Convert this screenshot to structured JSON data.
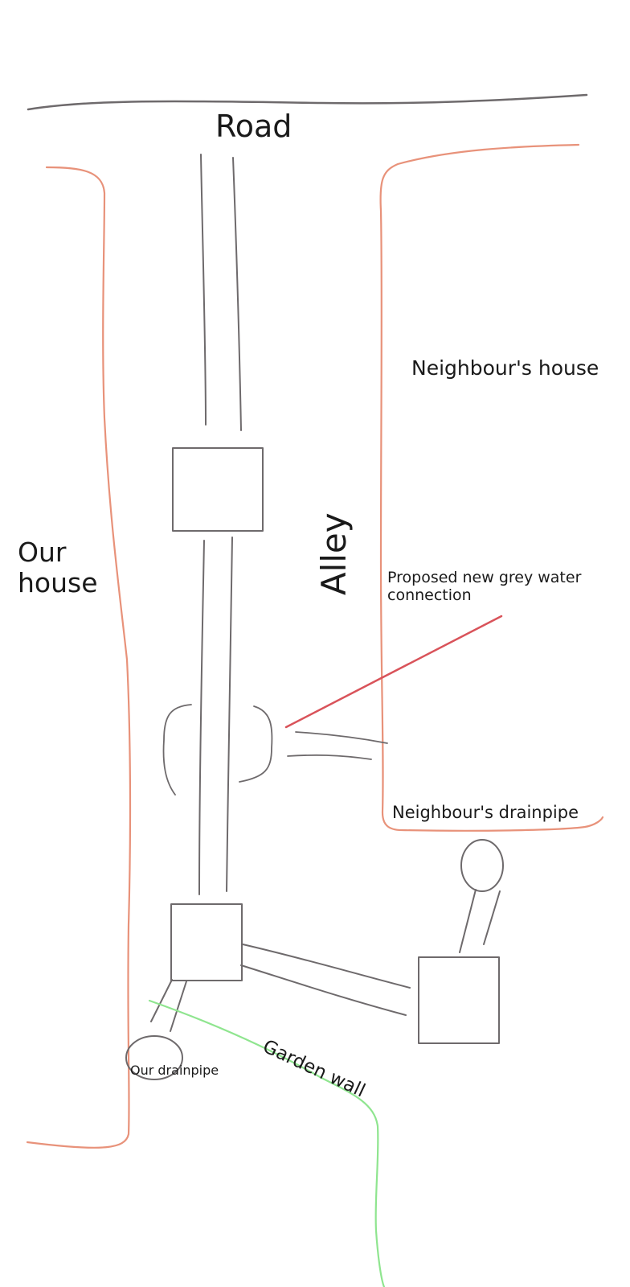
{
  "labels": {
    "road": "Road",
    "neighbours_house": "Neighbour's house",
    "our_house": "Our house",
    "alley": "Alley",
    "proposed_connection": "Proposed new grey water connection",
    "neighbours_drainpipe": "Neighbour's drainpipe",
    "our_drainpipe": "Our drainpipe",
    "garden_wall": "Garden wall"
  },
  "colors": {
    "pencil_grey": "#6e6a6c",
    "house_outline": "#e8927a",
    "garden_wall": "#8fe58f",
    "proposed_line": "#d9535a"
  }
}
